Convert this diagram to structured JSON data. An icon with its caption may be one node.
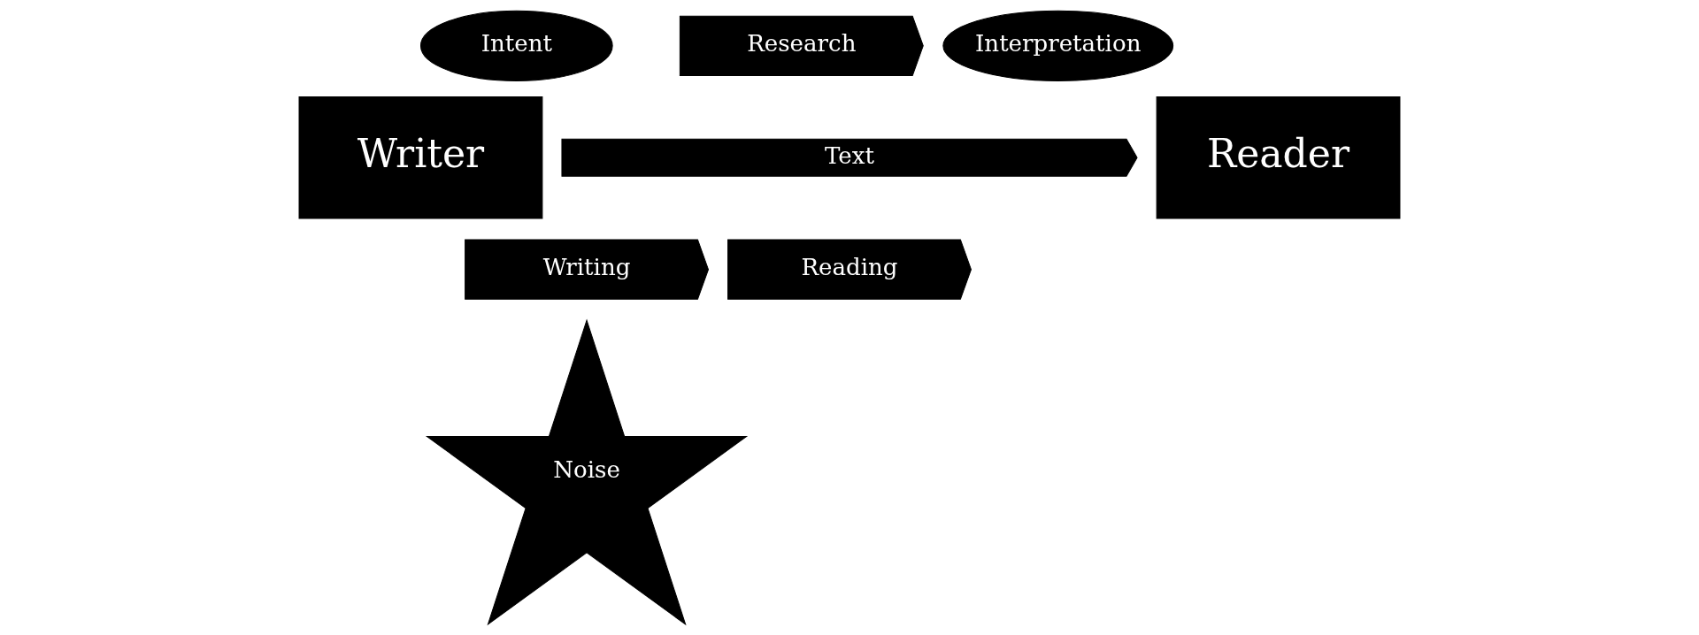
{
  "diagram": {
    "nodes": [
      {
        "text": [
          "Intent"
        ]
      },
      {
        "text": [
          "Interpretation"
        ]
      },
      {
        "text": [
          "Writer"
        ]
      },
      {
        "text": [
          "Research"
        ]
      },
      {
        "text": [
          "Reader"
        ]
      },
      {
        "text": [
          "Text"
        ]
      },
      {
        "text": [
          "Writing"
        ]
      },
      {
        "text": [
          "Reading"
        ]
      },
      {
        "text": [
          "Noise"
        ]
      }
    ]
  }
}
